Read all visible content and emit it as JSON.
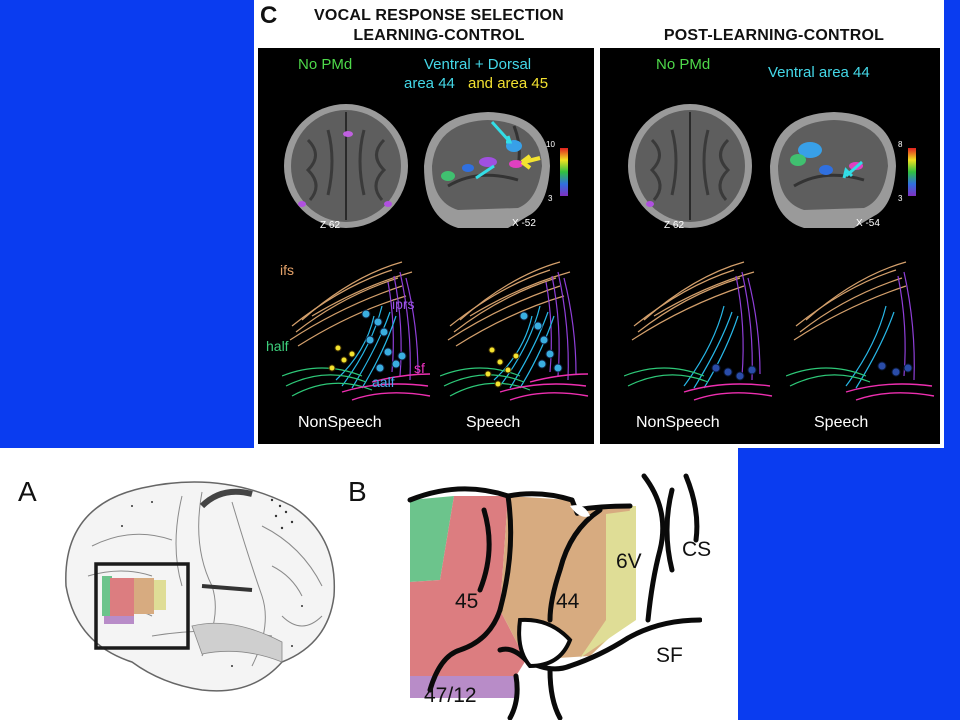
{
  "panel_c": {
    "letter": "C",
    "left_title_line1": "VOCAL RESPONSE SELECTION",
    "left_title_line2": "LEARNING-CONTROL",
    "right_title": "POST-LEARNING-CONTROL",
    "left": {
      "label_no_pmd": "No PMd",
      "label_ventral_dorsal": "Ventral + Dorsal",
      "label_area44": "area 44",
      "label_and": "and area 45",
      "slice_axial": "Z 62",
      "slice_sagittal": "X -52",
      "colorbar_max": "10",
      "colorbar_min": "3",
      "tracts": {
        "ifs": "ifs",
        "iprs": "iprs",
        "half": "half",
        "aalf": "aalf",
        "sf": "sf"
      },
      "caption_nonspeech": "NonSpeech",
      "caption_speech": "Speech"
    },
    "right": {
      "label_no_pmd": "No PMd",
      "label_ventral": "Ventral area 44",
      "slice_axial": "Z 62",
      "slice_sagittal": "X -54",
      "colorbar_max": "8",
      "colorbar_min": "3",
      "caption_nonspeech": "NonSpeech",
      "caption_speech": "Speech"
    }
  },
  "panel_a": {
    "letter": "A"
  },
  "panel_b": {
    "letter": "B",
    "areas": {
      "a45": "45",
      "a44": "44",
      "a6v": "6V",
      "a4712": "47/12"
    },
    "sulci": {
      "cs": "CS",
      "sf": "SF"
    }
  },
  "colors": {
    "background": "#0a3cf0",
    "area45": "#dc7d80",
    "area44": "#d7ab80",
    "area6v": "#dfdd96",
    "area4712": "#b88cc8",
    "green_region": "#6cc48c"
  }
}
